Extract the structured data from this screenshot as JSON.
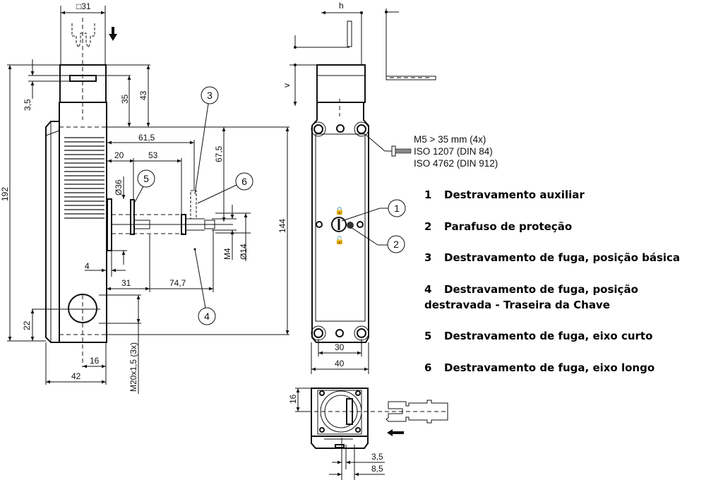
{
  "dimensions": {
    "square_31": "□31",
    "d192": "192",
    "d3_5_left": "3,5",
    "d35": "35",
    "d43": "43",
    "d61_5": "61,5",
    "d20": "20",
    "d53": "53",
    "d67_5": "67,5",
    "d36": "Ø36",
    "dM4": "M4",
    "d14": "Ø14",
    "d4": "4",
    "d31": "31",
    "d74_7": "74,7",
    "d22": "22",
    "d16_left": "16",
    "d42": "42",
    "thread": "M20x1,5 (3x)",
    "d144": "144",
    "d30": "30",
    "d40": "40",
    "d16_bottom": "16",
    "d3_5_bottom": "3,5",
    "d8_5": "8,5",
    "h": "h",
    "v": "v"
  },
  "screw_note": [
    "M5 > 35 mm (4x)",
    "ISO 1207 (DIN 84)",
    "ISO 4762 (DIN 912)"
  ],
  "callouts": [
    "1",
    "2",
    "3",
    "4",
    "5",
    "6"
  ],
  "legend": [
    {
      "num": "1",
      "text": "Destravamento auxiliar"
    },
    {
      "num": "2",
      "text": "Parafuso de proteção"
    },
    {
      "num": "3",
      "text": "Destravamento de fuga, posição básica"
    },
    {
      "num": "4",
      "text": "Destravamento de fuga, posição",
      "text2": "destravada - Traseira da Chave"
    },
    {
      "num": "5",
      "text": "Destravamento de fuga, eixo curto"
    },
    {
      "num": "6",
      "text": "Destravamento de fuga, eixo longo"
    }
  ]
}
